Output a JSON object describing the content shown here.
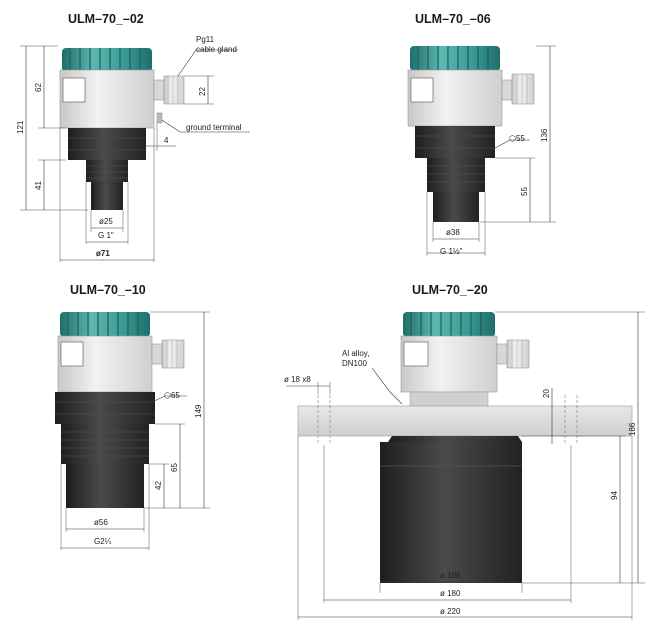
{
  "models": [
    {
      "title": "ULM–70_–02",
      "labels": {
        "gland": "Pg11",
        "gland2": "cable gland",
        "ground": "ground terminal"
      },
      "dims": {
        "h_total": "121",
        "h_head": "62",
        "h_gland": "22",
        "h_thread": "41",
        "w_ground": "4",
        "d_tip": "ø25",
        "thread": "G 1\"",
        "d_body": "ø71"
      }
    },
    {
      "title": "ULM–70_–06",
      "dims": {
        "hex": "⬡55",
        "h_total": "136",
        "h_lower": "55",
        "d_tip": "ø38",
        "thread": "G 1½\""
      }
    },
    {
      "title": "ULM–70_–10",
      "dims": {
        "hex": "⬡65",
        "h_total": "149",
        "h_lower": "65",
        "h_tip": "42",
        "d_tip": "ø56",
        "thread": "G2¼"
      }
    },
    {
      "title": "ULM–70_–20",
      "labels": {
        "alloy": "Al alloy,",
        "alloy2": "DN100",
        "holes": "ø 18 x8"
      },
      "dims": {
        "h_flange": "20",
        "h_total": "186",
        "h_lower": "94",
        "d_body": "ø 106",
        "d_bolt": "ø 180",
        "d_flange": "ø 220"
      }
    }
  ],
  "colors": {
    "cap": "#2e8f8a",
    "cap_light": "#5cb8b0",
    "body": "#e6e6e6",
    "dark": "#2f2f2f",
    "darker": "#222222"
  }
}
